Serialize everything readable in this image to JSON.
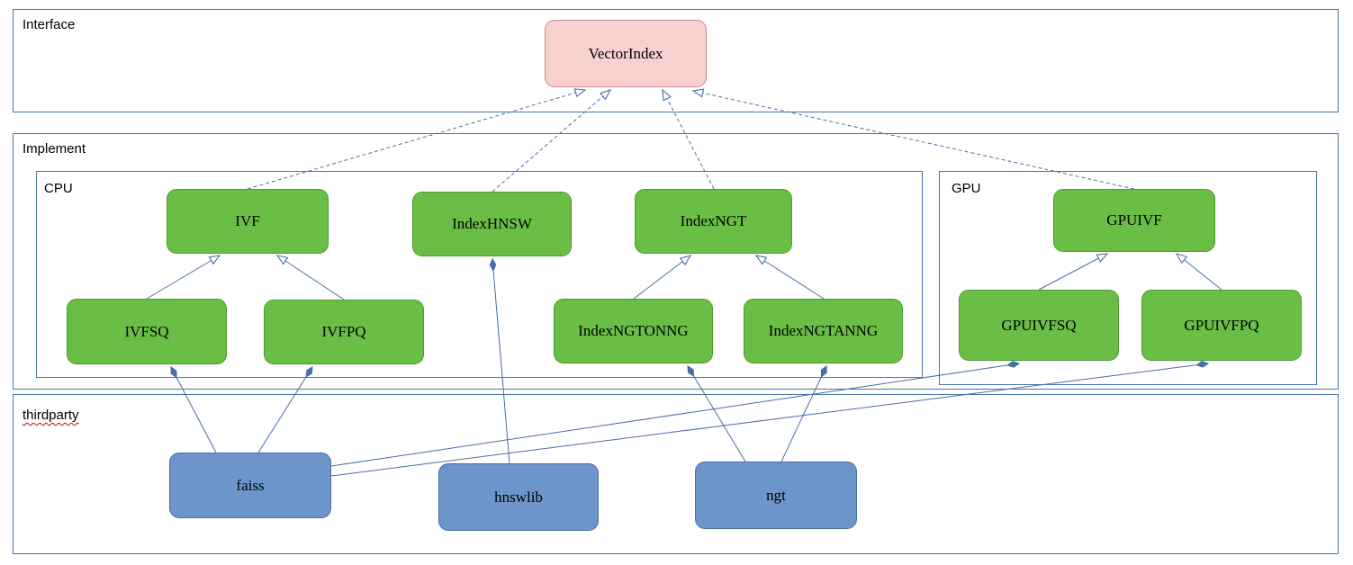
{
  "colors": {
    "node_green": "#6abd45",
    "node_green_border": "#4e9a2c",
    "node_blue": "#6d95cb",
    "node_blue_border": "#45709f",
    "node_pink": "#f8d0d0",
    "node_pink_border": "#c98a8a",
    "group_border": "#4a74ad",
    "edge": "#4a6da7"
  },
  "groups": {
    "interface": {
      "label": "Interface"
    },
    "implement": {
      "label": "Implement"
    },
    "cpu": {
      "label": "CPU"
    },
    "gpu": {
      "label": "GPU"
    },
    "thirdparty": {
      "label": "thirdparty"
    }
  },
  "nodes": {
    "vectorindex": {
      "label": "VectorIndex"
    },
    "ivf": {
      "label": "IVF"
    },
    "indexhnsw": {
      "label": "IndexHNSW"
    },
    "indexngt": {
      "label": "IndexNGT"
    },
    "ivfsq": {
      "label": "IVFSQ"
    },
    "ivfpq": {
      "label": "IVFPQ"
    },
    "indexngtonng": {
      "label": "IndexNGTONNG"
    },
    "indexngtanng": {
      "label": "IndexNGTANNG"
    },
    "gpuivf": {
      "label": "GPUIVF"
    },
    "gpuivfsq": {
      "label": "GPUIVFSQ"
    },
    "gpuivfpq": {
      "label": "GPUIVFPQ"
    },
    "faiss": {
      "label": "faiss"
    },
    "hnswlib": {
      "label": "hnswlib"
    },
    "ngt": {
      "label": "ngt"
    }
  },
  "edges": [
    {
      "from": "IVF",
      "to": "VectorIndex",
      "type": "realization"
    },
    {
      "from": "IndexHNSW",
      "to": "VectorIndex",
      "type": "realization"
    },
    {
      "from": "IndexNGT",
      "to": "VectorIndex",
      "type": "realization"
    },
    {
      "from": "GPUIVF",
      "to": "VectorIndex",
      "type": "realization"
    },
    {
      "from": "IVFSQ",
      "to": "IVF",
      "type": "generalization"
    },
    {
      "from": "IVFPQ",
      "to": "IVF",
      "type": "generalization"
    },
    {
      "from": "IndexNGTONNG",
      "to": "IndexNGT",
      "type": "generalization"
    },
    {
      "from": "IndexNGTANNG",
      "to": "IndexNGT",
      "type": "generalization"
    },
    {
      "from": "GPUIVFSQ",
      "to": "GPUIVF",
      "type": "generalization"
    },
    {
      "from": "GPUIVFPQ",
      "to": "GPUIVF",
      "type": "generalization"
    },
    {
      "from": "faiss",
      "to": "IVFSQ",
      "type": "composition"
    },
    {
      "from": "faiss",
      "to": "IVFPQ",
      "type": "composition"
    },
    {
      "from": "faiss",
      "to": "GPUIVFSQ",
      "type": "composition"
    },
    {
      "from": "faiss",
      "to": "GPUIVFPQ",
      "type": "composition"
    },
    {
      "from": "hnswlib",
      "to": "IndexHNSW",
      "type": "composition"
    },
    {
      "from": "ngt",
      "to": "IndexNGTONNG",
      "type": "composition"
    },
    {
      "from": "ngt",
      "to": "IndexNGTANNG",
      "type": "composition"
    }
  ]
}
